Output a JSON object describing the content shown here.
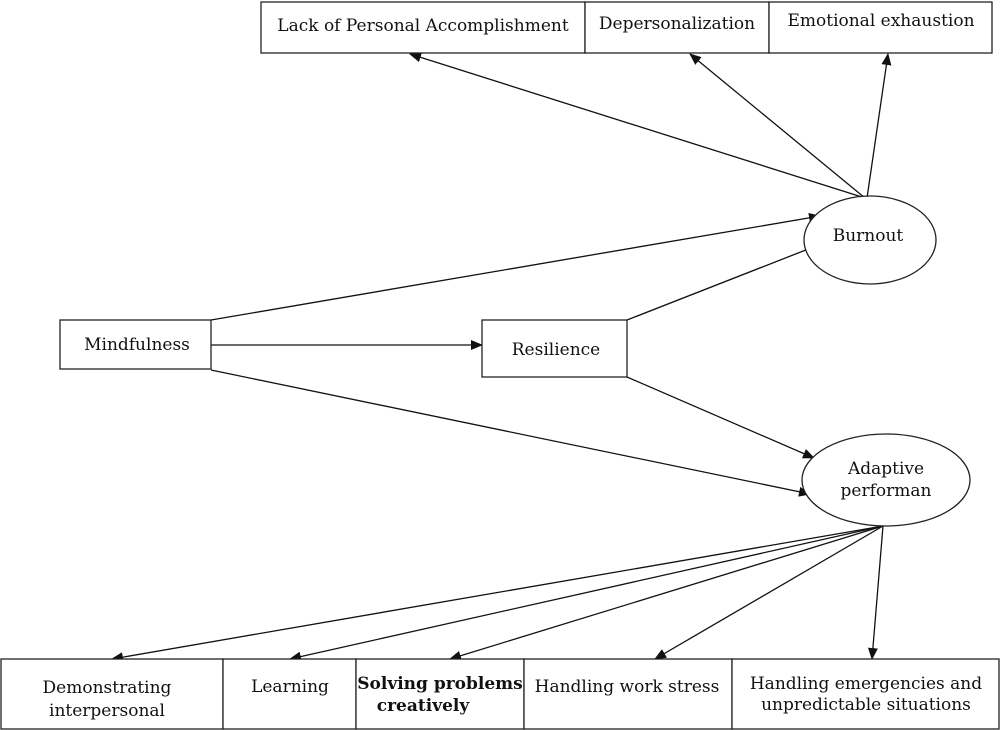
{
  "nodes": {
    "lack_of_personal_accomplishment": "Lack of Personal Accomplishment",
    "depersonalization": "Depersonalization",
    "emotional_exhaustion": "Emotional exhaustion",
    "burnout": "Burnout",
    "mindfulness": "Mindfulness",
    "resilience": "Resilience",
    "adaptive_performance": [
      "Adaptive",
      "performan"
    ],
    "demonstrating_interpersonal": [
      "Demonstrating",
      "interpersonal"
    ],
    "learning": "Learning",
    "solving_problems_creatively": [
      "Solving problems",
      "creatively"
    ],
    "handling_work_stress": "Handling work stress",
    "handling_emergencies": [
      "Handling emergencies and",
      "unpredictable situations"
    ]
  },
  "edges": [
    [
      "burnout",
      "lack_of_personal_accomplishment"
    ],
    [
      "burnout",
      "depersonalization"
    ],
    [
      "burnout",
      "emotional_exhaustion"
    ],
    [
      "mindfulness",
      "burnout"
    ],
    [
      "mindfulness",
      "resilience"
    ],
    [
      "mindfulness",
      "adaptive_performance"
    ],
    [
      "resilience",
      "burnout"
    ],
    [
      "resilience",
      "adaptive_performance"
    ],
    [
      "adaptive_performance",
      "demonstrating_interpersonal"
    ],
    [
      "adaptive_performance",
      "learning"
    ],
    [
      "adaptive_performance",
      "solving_problems_creatively"
    ],
    [
      "adaptive_performance",
      "handling_work_stress"
    ],
    [
      "adaptive_performance",
      "handling_emergencies"
    ]
  ]
}
